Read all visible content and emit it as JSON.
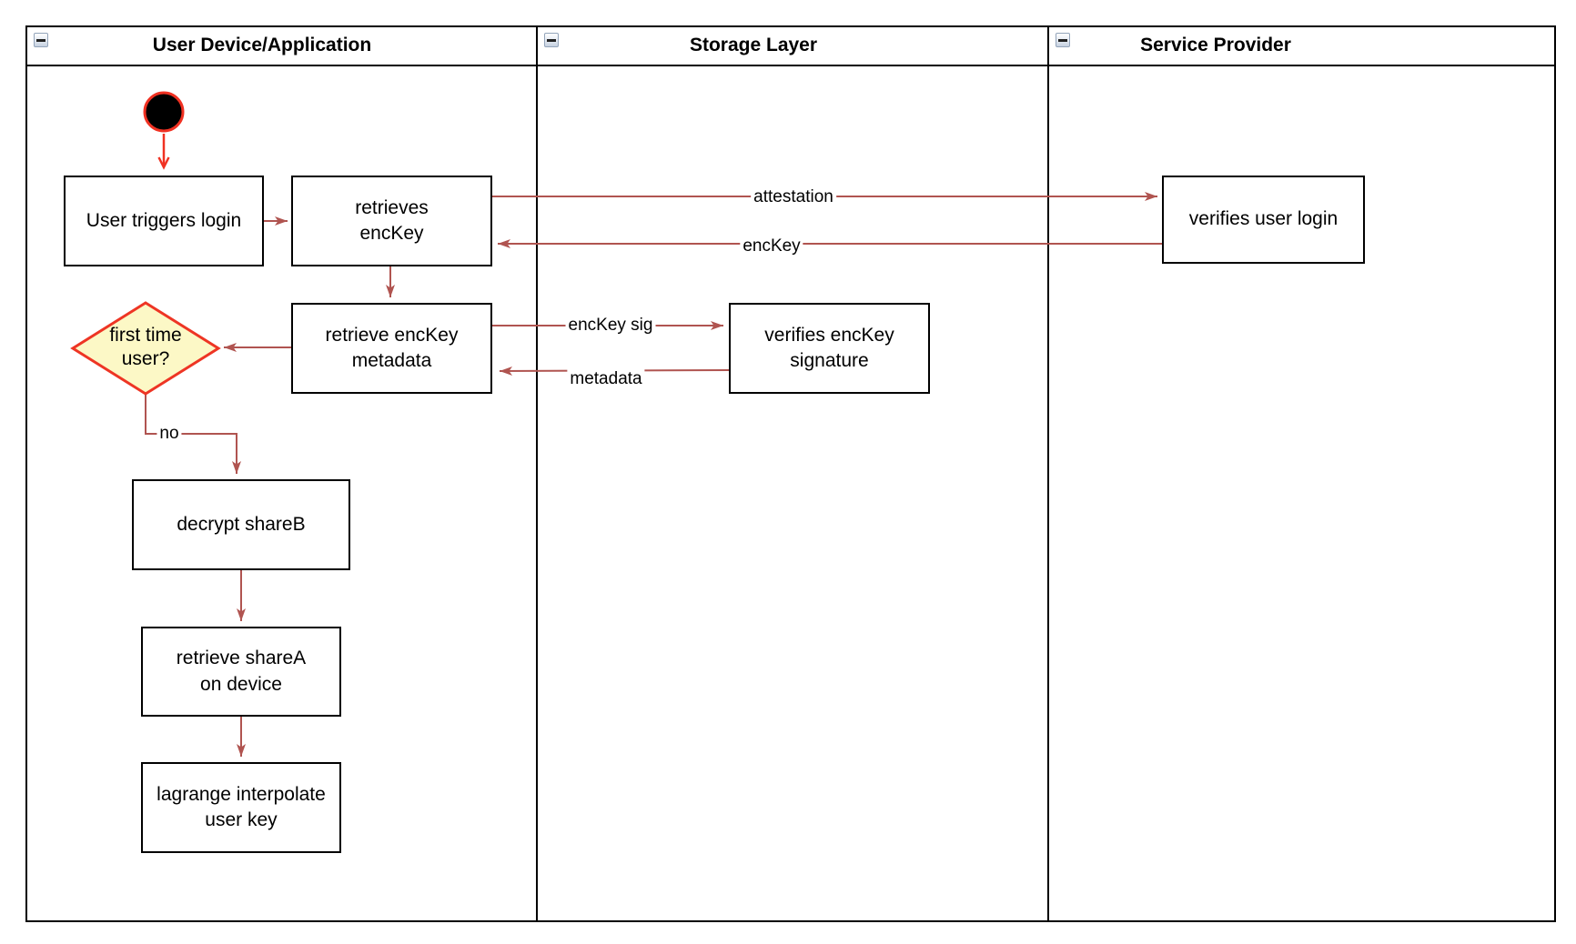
{
  "lanes": [
    {
      "title": "User Device/Application"
    },
    {
      "title": "Storage Layer"
    },
    {
      "title": "Service Provider"
    }
  ],
  "nodes": {
    "user_triggers_login": {
      "label": "User triggers login"
    },
    "retrieves_enckey": {
      "label": "retrieves\nencKey"
    },
    "verifies_user_login": {
      "label": "verifies user login"
    },
    "retrieve_enckey_metadata": {
      "label": "retrieve encKey\nmetadata"
    },
    "verifies_enckey_signature": {
      "label": "verifies encKey\nsignature"
    },
    "first_time_user": {
      "label": "first time\nuser?"
    },
    "decrypt_shareb": {
      "label": "decrypt shareB"
    },
    "retrieve_sharea": {
      "label": "retrieve shareA\non device"
    },
    "lagrange_interpolate": {
      "label": "lagrange interpolate\nuser key"
    }
  },
  "edges": {
    "attestation": {
      "label": "attestation"
    },
    "enckey": {
      "label": "encKey"
    },
    "enckey_sig": {
      "label": "encKey sig"
    },
    "metadata": {
      "label": "metadata"
    },
    "no": {
      "label": "no"
    }
  },
  "colors": {
    "arrow": "#b05450",
    "bright-red": "#f03122",
    "diamond-fill": "#fcf8c6",
    "diamond-border": "#ee3524",
    "line": "#000000"
  }
}
